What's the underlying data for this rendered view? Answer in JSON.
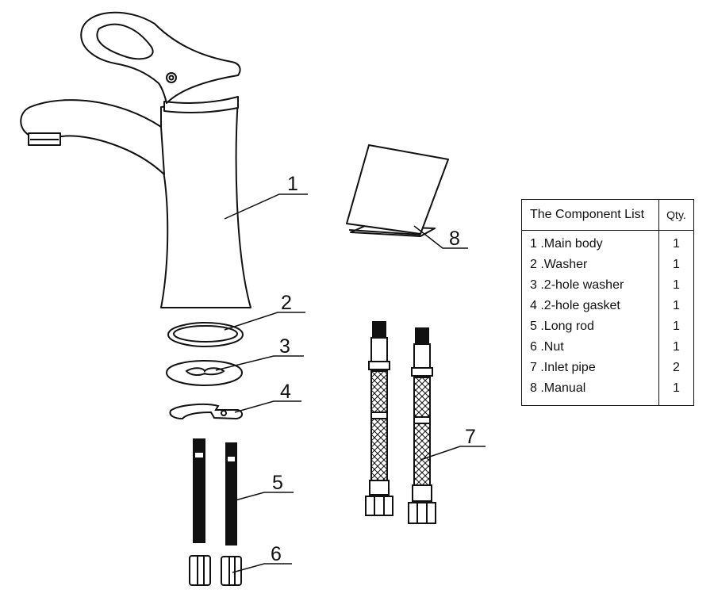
{
  "callouts": [
    {
      "id": "main-body",
      "number": "1"
    },
    {
      "id": "washer",
      "number": "2"
    },
    {
      "id": "two-hole-washer",
      "number": "3"
    },
    {
      "id": "two-hole-gasket",
      "number": "4"
    },
    {
      "id": "long-rod",
      "number": "5"
    },
    {
      "id": "nut",
      "number": "6"
    },
    {
      "id": "inlet-pipe",
      "number": "7"
    },
    {
      "id": "manual",
      "number": "8"
    }
  ],
  "component_table": {
    "header_name": "The Component List",
    "header_qty": "Qty.",
    "rows": [
      {
        "name": "1 .Main body",
        "qty": "1"
      },
      {
        "name": "2 .Washer",
        "qty": "1"
      },
      {
        "name": "3 .2-hole washer",
        "qty": "1"
      },
      {
        "name": "4 .2-hole gasket",
        "qty": "1"
      },
      {
        "name": "5 .Long rod",
        "qty": "1"
      },
      {
        "name": "6 .Nut",
        "qty": "1"
      },
      {
        "name": "7 .Inlet pipe",
        "qty": "2"
      },
      {
        "name": "8 .Manual",
        "qty": "1"
      }
    ]
  }
}
